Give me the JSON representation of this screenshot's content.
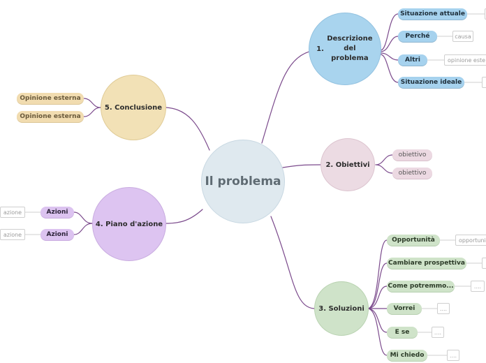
{
  "central": {
    "label": "Il problema"
  },
  "branch1": {
    "label": "1.",
    "sublabel": "Descrizione del problema",
    "items": [
      {
        "label": "Situazione attuale",
        "note": ""
      },
      {
        "label": "Perché",
        "note": "causa"
      },
      {
        "label": "Altri",
        "note": "opinione este"
      },
      {
        "label": "Situazione ideale",
        "note": ""
      }
    ]
  },
  "branch2": {
    "label": "2. Obiettivi",
    "items": [
      {
        "label": "obiettivo"
      },
      {
        "label": "obiettivo"
      }
    ]
  },
  "branch3": {
    "label": "3. Soluzioni",
    "items": [
      {
        "label": "Opportunità",
        "note": "opportuni"
      },
      {
        "label": "Cambiare prospettiva",
        "note": ""
      },
      {
        "label": "Come potremmo...",
        "note": "...."
      },
      {
        "label": "Vorrei",
        "note": "...."
      },
      {
        "label": "E se",
        "note": "...."
      },
      {
        "label": "Mi chiedo",
        "note": "...."
      }
    ]
  },
  "branch4": {
    "label": "4. Piano d'azione",
    "items": [
      {
        "label": "Azioni",
        "note": "azione"
      },
      {
        "label": "Azioni",
        "note": "azione"
      }
    ]
  },
  "branch5": {
    "label": "5. Conclusione",
    "items": [
      {
        "label": "Opinione esterna"
      },
      {
        "label": "Opinione esterna"
      }
    ]
  },
  "colors": {
    "link": "#7b4a8c",
    "central": "#dfe9ef",
    "b1": "#a9d4ee",
    "b2": "#ecdbe3",
    "b3": "#cfe3c9",
    "b4": "#ddc4f1",
    "b5": "#f2e1b6"
  }
}
